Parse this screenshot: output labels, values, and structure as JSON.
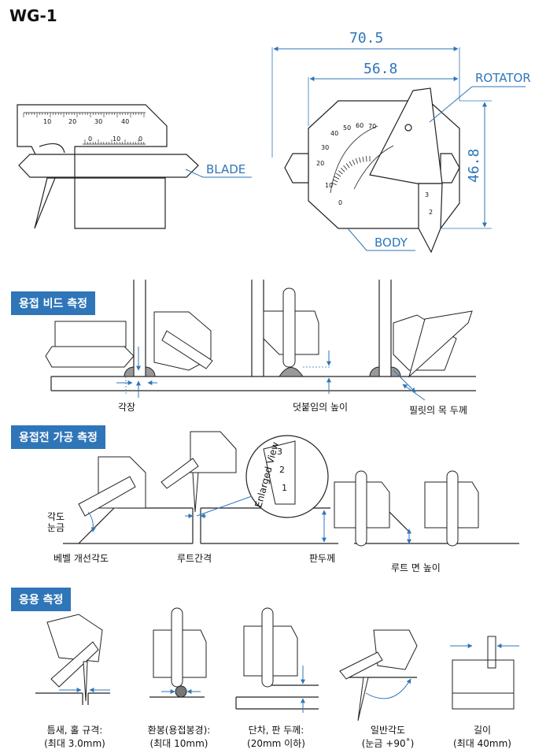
{
  "header": {
    "title": "WG-1"
  },
  "top_diagram": {
    "dimensions": {
      "overall_width": "70.5",
      "scale_width": "56.8",
      "height": "46.8"
    },
    "labels": {
      "blade": "BLADE",
      "rotator": "ROTATOR",
      "body": "BODY"
    },
    "scale_ticks_top": [
      "10",
      "20",
      "30",
      "40"
    ],
    "scale_ticks_bottom": [
      "0",
      "10",
      "0"
    ],
    "rotator_ticks": [
      "0",
      "10",
      "20",
      "30",
      "40",
      "50",
      "60",
      "70"
    ],
    "small_scale_ticks": [
      "3",
      "2"
    ]
  },
  "sections": {
    "weld_bead": {
      "badge": "용접 비드 측정",
      "captions": {
        "leg": "각장",
        "reinforcement": "덧붙임의 높이",
        "throat": "필릿의 목 두께"
      }
    },
    "pre_weld": {
      "badge": "용접전 가공 측정",
      "enlarged_view": "Enlarged View",
      "enlarged_ticks": [
        "3",
        "2",
        "1"
      ],
      "captions": {
        "angle_scale": "각도\n눈금",
        "bevel": "베벨 개선각도",
        "root_gap": "루트간격",
        "plate": "판두께",
        "root_face": "루트 면 높이"
      }
    },
    "application": {
      "badge": "응용 측정",
      "captions": [
        {
          "line1": "틈새, 홀 규격:",
          "line2": "(최대 3.0mm)"
        },
        {
          "line1": "환봉(용접봉경):",
          "line2": "(최대 10mm)"
        },
        {
          "line1": "단차, 판 두께:",
          "line2": "(20mm 이하)"
        },
        {
          "line1": "일반각도",
          "line2": "(눈금 +90˚)"
        },
        {
          "line1": "길이",
          "line2": "(최대 40mm)"
        }
      ]
    }
  }
}
